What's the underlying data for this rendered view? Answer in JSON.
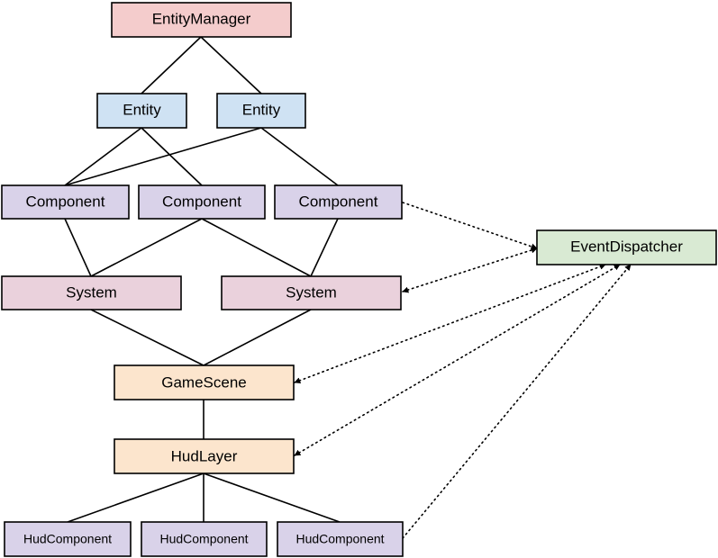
{
  "colors": {
    "manager": "#f4cccc",
    "entity": "#cfe2f3",
    "component": "#d9d2e9",
    "system": "#ead1dc",
    "scene": "#fce5cd",
    "dispatcher": "#d9ead3"
  },
  "nodes": {
    "entity_manager": {
      "label": "EntityManager"
    },
    "entity_1": {
      "label": "Entity"
    },
    "entity_2": {
      "label": "Entity"
    },
    "component_1": {
      "label": "Component"
    },
    "component_2": {
      "label": "Component"
    },
    "component_3": {
      "label": "Component"
    },
    "system_1": {
      "label": "System"
    },
    "system_2": {
      "label": "System"
    },
    "event_dispatcher": {
      "label": "EventDispatcher"
    },
    "game_scene": {
      "label": "GameScene"
    },
    "hud_layer": {
      "label": "HudLayer"
    },
    "hud_component_1": {
      "label": "HudComponent"
    },
    "hud_component_2": {
      "label": "HudComponent"
    },
    "hud_component_3": {
      "label": "HudComponent"
    }
  }
}
